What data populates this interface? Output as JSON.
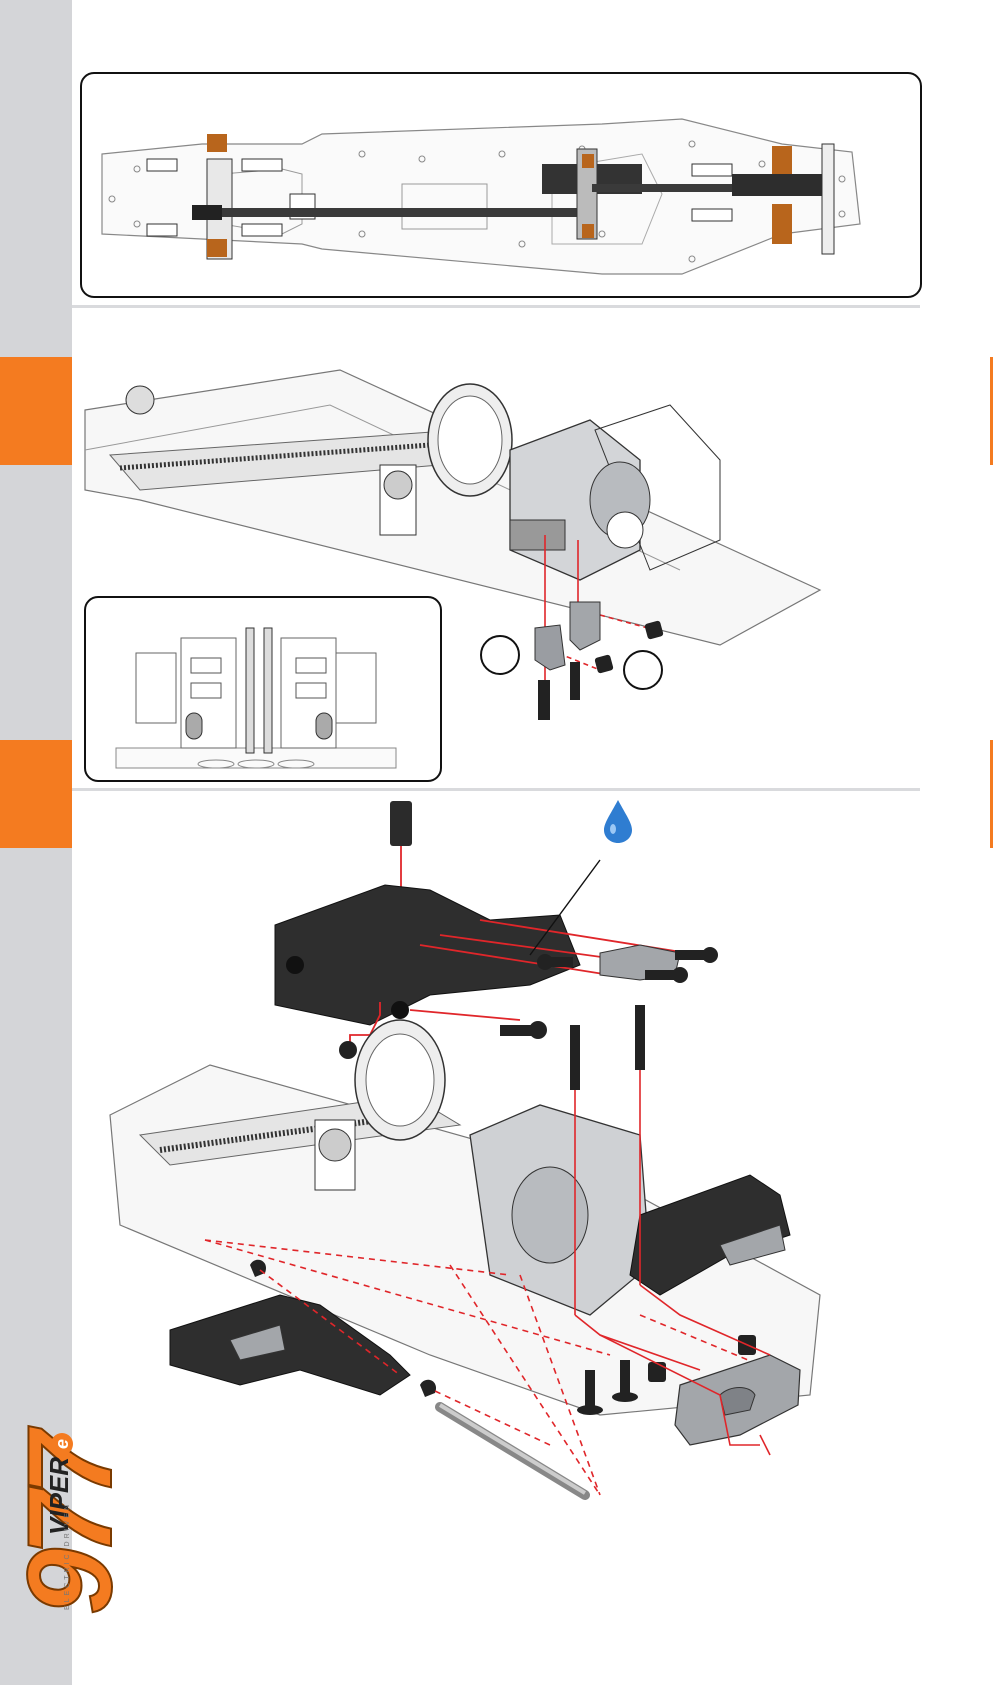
{
  "brand": {
    "model_number": "977",
    "model_name": "VIPER",
    "model_suffix": "e",
    "tagline": "ELECTRIC DRIVEN"
  },
  "colors": {
    "accent": "#f47b20",
    "sidebar": "#d4d5d8",
    "divider": "#d9dadd",
    "assembly_line": "#e0262a",
    "part_dark": "#2b2b2b",
    "part_alu": "#9a9da2",
    "pulley_bronze": "#b8651c"
  },
  "icons": {
    "oil_drop": "oil-drop-icon"
  },
  "sections": [
    {
      "id": "overview",
      "content": "top-view-chassis-diagram"
    },
    {
      "id": "step-a",
      "content": "rear-bulkhead-mount-diagram",
      "callout_circles": [
        "",
        ""
      ]
    },
    {
      "id": "step-b",
      "content": "rear-suspension-arm-assembly-diagram"
    }
  ]
}
